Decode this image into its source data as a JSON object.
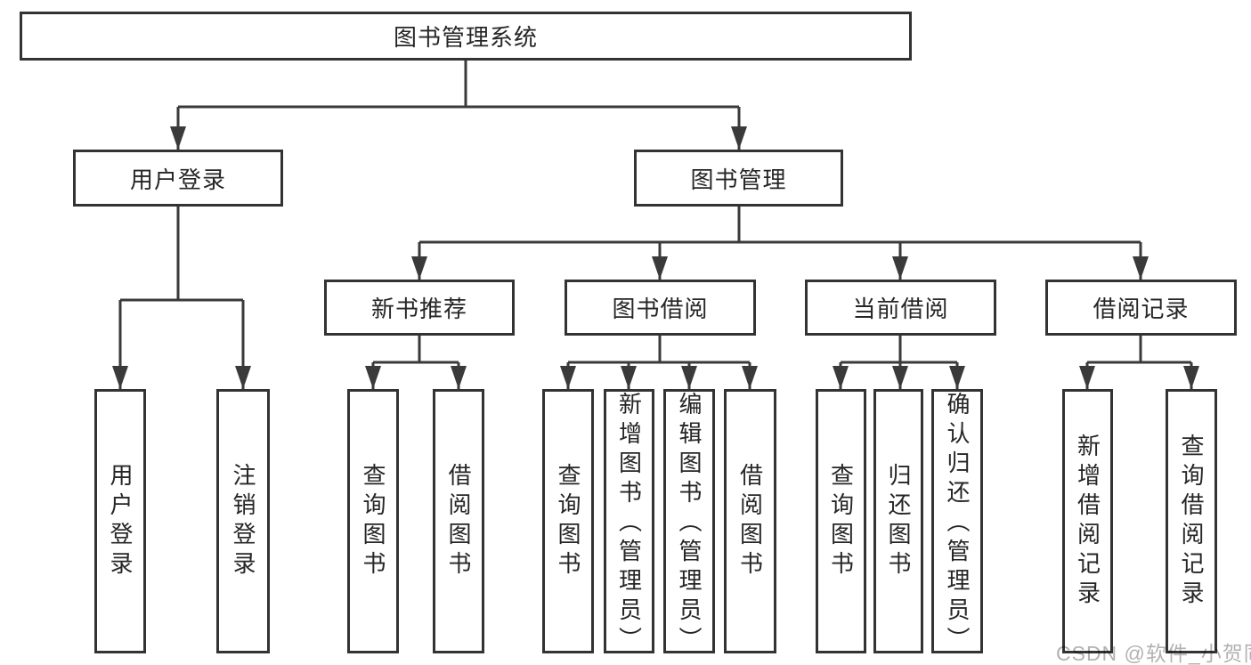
{
  "diagram_title": "图书管理系统",
  "watermark": "CSDN @软件_小贺同学",
  "colors": {
    "line": "#3a3a3a",
    "border": "#333333",
    "text": "#262626",
    "watermark": "#b2b2b2",
    "background": "#ffffff"
  },
  "nodes": {
    "root": "图书管理系统",
    "level2": {
      "user_login": "用户登录",
      "book_management": "图书管理"
    },
    "level3": {
      "new_book_recommend": "新书推荐",
      "book_borrow": "图书借阅",
      "current_borrow": "当前借阅",
      "borrow_records": "借阅记录"
    },
    "leaves": {
      "user_login": "用户登录",
      "logout": "注销登录",
      "recommend_query_book": "查询图书",
      "recommend_borrow_book": "借阅图书",
      "borrow_query_book": "查询图书",
      "borrow_add_book_admin": "新增图书（管理员）",
      "borrow_edit_book_admin": "编辑图书（管理员）",
      "borrow_borrow_book": "借阅图书",
      "current_query_book": "查询图书",
      "current_return_book": "归还图书",
      "current_confirm_return_admin": "确认归还（管理员）",
      "records_add_record": "新增借阅记录",
      "records_query_record": "查询借阅记录"
    }
  }
}
